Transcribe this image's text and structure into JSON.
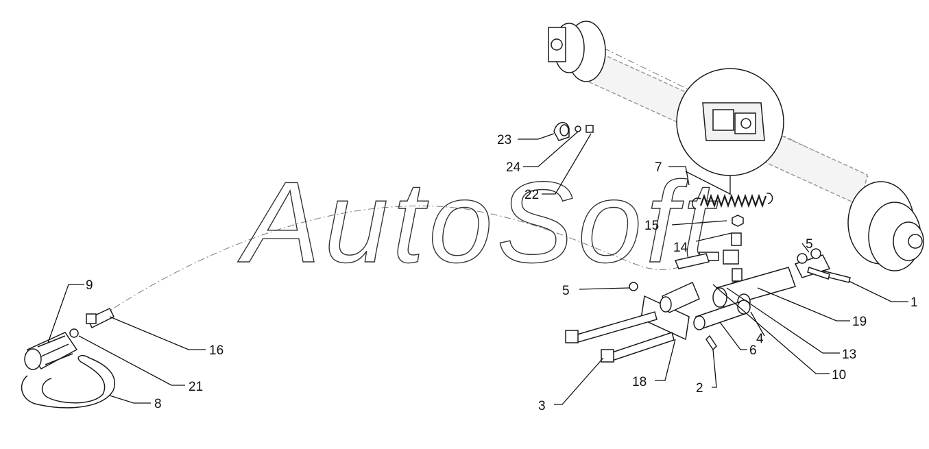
{
  "watermark": "AutoSoft",
  "callouts": {
    "c1": "1",
    "c2": "2",
    "c3": "3",
    "c4": "4",
    "c5a": "5",
    "c5b": "5",
    "c6": "6",
    "c7": "7",
    "c8": "8",
    "c9": "9",
    "c10": "10",
    "c13": "13",
    "c14": "14",
    "c15": "15",
    "c16": "16",
    "c18": "18",
    "c19": "19",
    "c21": "21",
    "c22": "22",
    "c23": "23",
    "c24": "24"
  }
}
